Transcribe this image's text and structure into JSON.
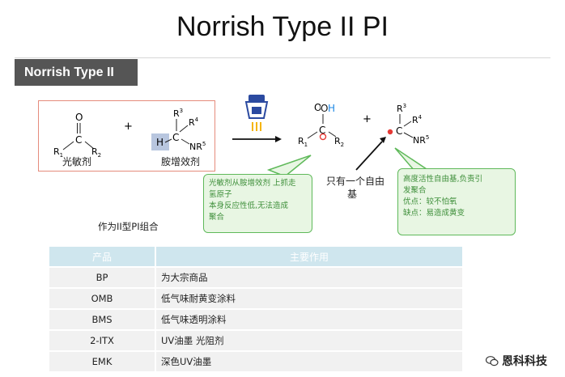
{
  "title": "Norrish Type II PI",
  "section_tab": "Norrish Type II",
  "reaction": {
    "photosensitizer": {
      "O": "O",
      "C": "C",
      "R1": "R",
      "R1_sub": "1",
      "R2": "R",
      "R2_sub": "2",
      "caption": "光敏剂"
    },
    "plus1": "+",
    "synergist": {
      "R3": "R",
      "R3_sup": "3",
      "R4": "R",
      "R4_sup": "4",
      "C": "C",
      "H": "H",
      "NR5": "NR",
      "NR5_sup": "5",
      "caption": "胺增效剂"
    },
    "ketyl": {
      "OH": "OH",
      "C": "C",
      "R1": "R",
      "R1_sub": "1",
      "R2": "R",
      "R2_sub": "2"
    },
    "plus2": "+",
    "amine_radical": {
      "R3": "R",
      "R3_sup": "3",
      "R4": "R",
      "R4_sup": "4",
      "C": "C",
      "NR5": "NR",
      "NR5_sup": "5"
    },
    "label_one_radical": [
      "只有一个自由",
      "基"
    ],
    "combo_caption": "作为II型PI组合"
  },
  "callouts": {
    "left": [
      "光敏剂从胺增效剂 上抓走",
      "氢原子",
      "本身反应性低,无法造成",
      "聚合"
    ],
    "right": [
      "高度活性自由基,负责引",
      "发聚合",
      "优点：较不怕氧",
      "缺点：易造成黄变"
    ]
  },
  "table": {
    "headers": [
      "产品",
      "主要作用"
    ],
    "rows": [
      [
        "BP",
        "为大宗商品"
      ],
      [
        "OMB",
        "低气味耐黄变涂料"
      ],
      [
        "BMS",
        "低气味透明涂料"
      ],
      [
        "2-ITX",
        "UV油墨 光阻剂"
      ],
      [
        "EMK",
        "深色UV油墨"
      ]
    ]
  },
  "watermark": "恩科科技",
  "colors": {
    "accent_red": "#e53935",
    "accent_blue": "#1e88e5",
    "callout_green": "#5fb95a",
    "header_blue": "#cfe6ee",
    "tab_gray": "#555555"
  },
  "icons": {
    "uv_lamp": "uv-lamp-icon",
    "wechat": "wechat-icon"
  }
}
